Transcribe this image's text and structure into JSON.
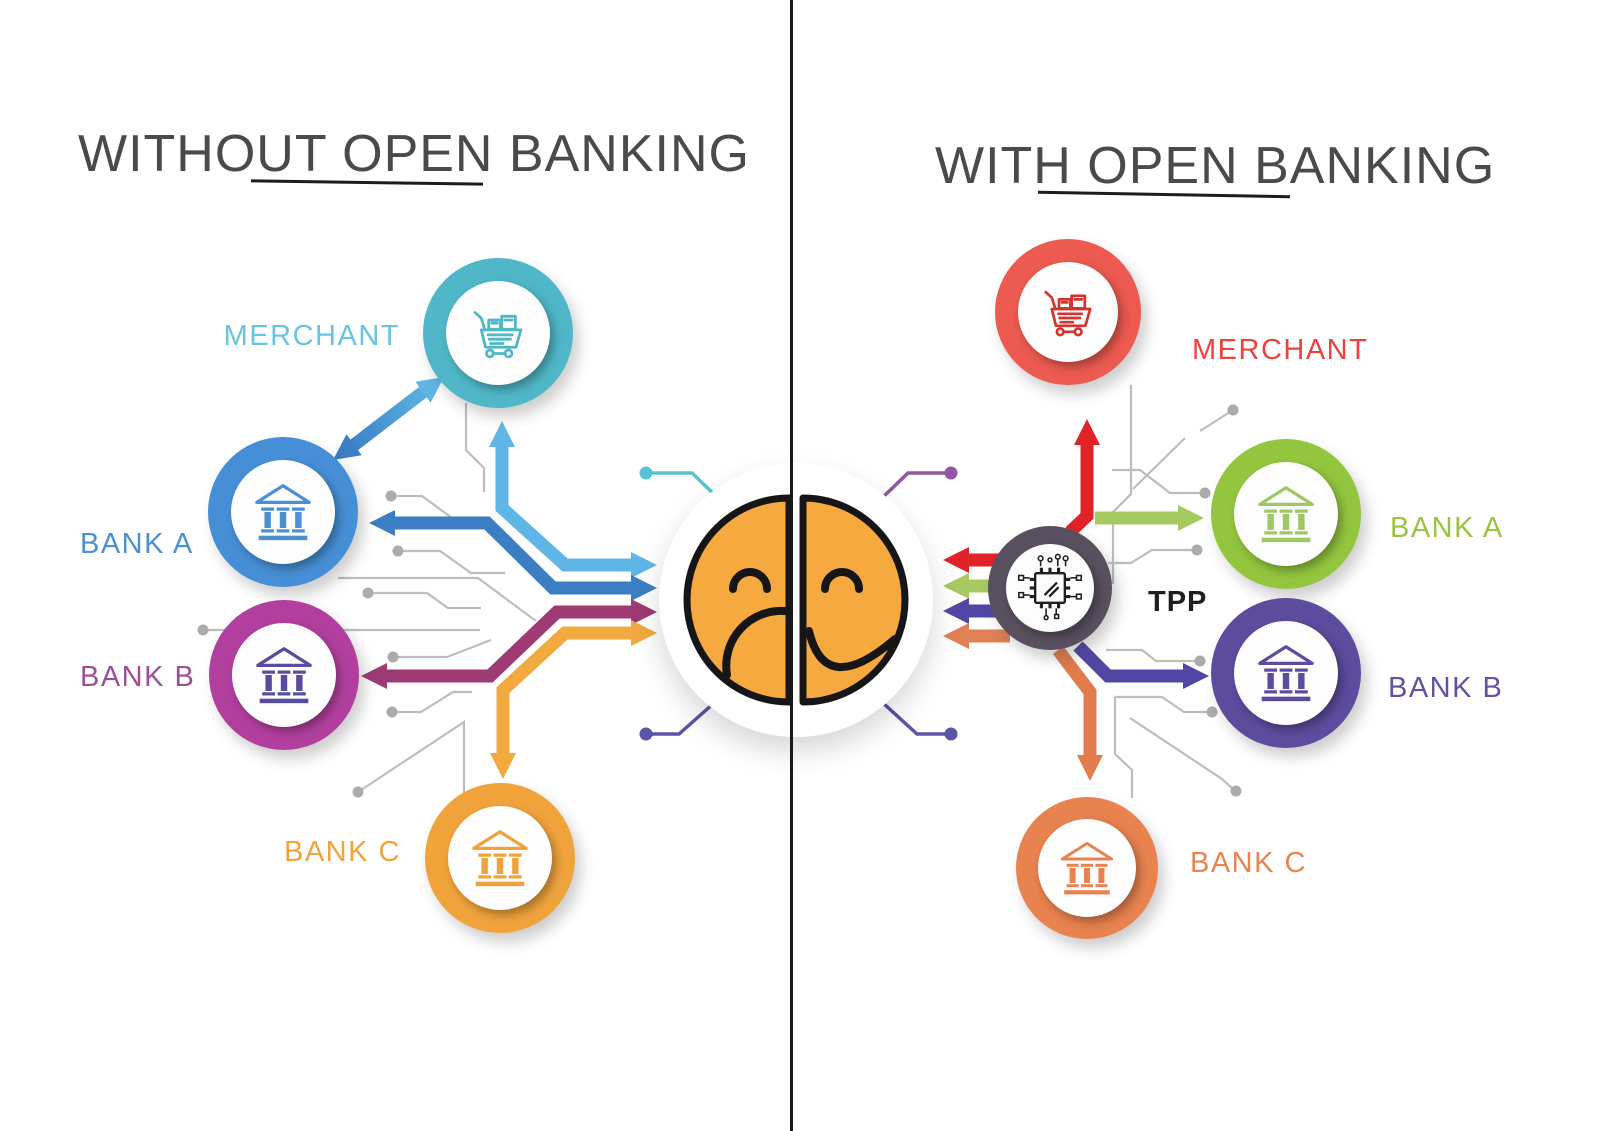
{
  "left_panel": {
    "title": "WITHOUT OPEN BANKING",
    "mood": "sad",
    "nodes": [
      {
        "label": "MERCHANT",
        "icon": "shopping-cart-icon",
        "ring_color": "#4fb7c8",
        "label_color": "#69c4e0"
      },
      {
        "label": "BANK A",
        "icon": "bank-icon",
        "ring_color": "#468fd6",
        "label_color": "#4a90d2"
      },
      {
        "label": "BANK B",
        "icon": "bank-icon",
        "ring_color": "#b23f9e",
        "label_color": "#9c4f96"
      },
      {
        "label": "BANK C",
        "icon": "bank-icon",
        "ring_color": "#f0a33b",
        "label_color": "#f0a43c"
      }
    ],
    "arrow_colors": {
      "merchant_bank_link_light": "#5fb6e6",
      "merchant_bank_link_dark": "#3b7ec3",
      "merchant_flow": "#5fb6e6",
      "bank_a_flow": "#3b7ec3",
      "bank_b_flow": "#9e3a74",
      "bank_c_flow": "#f2a93f"
    }
  },
  "right_panel": {
    "title": "WITH OPEN BANKING",
    "mood": "happy",
    "nodes": [
      {
        "label": "MERCHANT",
        "icon": "shopping-cart-icon",
        "ring_color": "#ec5a50",
        "label_color": "#e8453e"
      },
      {
        "label": "BANK A",
        "icon": "bank-icon",
        "ring_color": "#93c53e",
        "label_color": "#9ac43f"
      },
      {
        "label": "BANK B",
        "icon": "bank-icon",
        "ring_color": "#5d4b9e",
        "label_color": "#6351a4"
      },
      {
        "label": "BANK C",
        "icon": "bank-icon",
        "ring_color": "#e8824f",
        "label_color": "#e8854f"
      },
      {
        "label": "TPP",
        "icon": "chip-icon",
        "ring_color": "#59505f",
        "label_color": "#1e1e1e"
      }
    ],
    "arrow_colors": {
      "merchant_flow": "#e02328",
      "bank_a_flow": "#a6c960",
      "bank_b_flow": "#5246a5",
      "bank_c_flow": "#e07c4d",
      "face_links": "#e08055"
    }
  },
  "center_face": {
    "left_half": "sad",
    "right_half": "happy",
    "face_color": "#f6a93e",
    "outline_color": "#161616"
  },
  "decor": {
    "trace_color": "#bdbdbd",
    "dot_color": "#ababab",
    "corner_dot_teal": "#58c2d5",
    "corner_dot_purple": "#9156a4",
    "corner_dot_indigo": "#5c54a6"
  }
}
